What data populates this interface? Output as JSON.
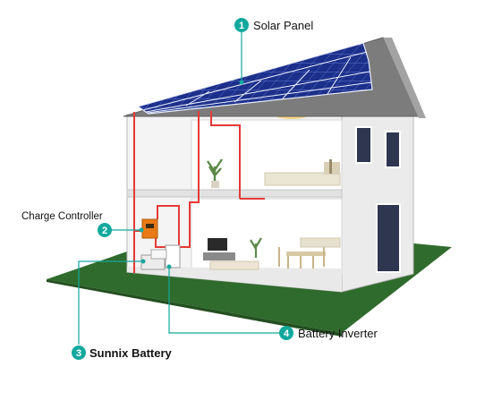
{
  "colors": {
    "accent": "#13a89e",
    "wire": "#e53935",
    "lawn": "#2f6b2c",
    "panel": "#1c2f8a"
  },
  "callouts": [
    {
      "number": "1",
      "label": "Solar Panel"
    },
    {
      "number": "2",
      "label": "Charge Controller"
    },
    {
      "number": "3",
      "label": "Sunnix Battery"
    },
    {
      "number": "4",
      "label": "Battery Inverter"
    }
  ]
}
